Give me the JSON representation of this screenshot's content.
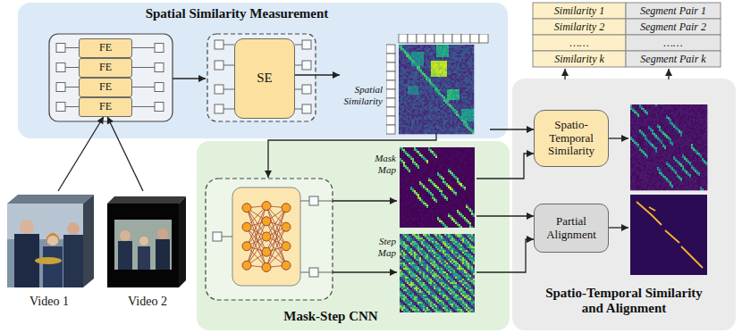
{
  "diagram": {
    "nodes": [
      {
        "text": [
          "Spatial Similarity Measurement"
        ]
      },
      {
        "text": [
          "FE"
        ],
        "in": 0
      },
      {
        "text": [
          "FE"
        ],
        "in": 0
      },
      {
        "text": [
          "FE"
        ],
        "in": 0
      },
      {
        "text": [
          "FE"
        ],
        "in": 0
      },
      {
        "text": [
          "SE"
        ],
        "in": 0
      },
      {
        "text": [
          "Spatial Similarity"
        ],
        "in": 0
      },
      {
        "text": [
          "Mask-Step CNN"
        ]
      },
      {
        "text": [
          "Mask Map"
        ],
        "in": 7
      },
      {
        "text": [
          "Step Map"
        ],
        "in": 7
      },
      {
        "text": [
          "Spatio-Temporal Similarity and Alignment"
        ]
      },
      {
        "text": [
          "Spatio-Temporal Similarity"
        ],
        "in": 10
      },
      {
        "text": [
          "Partial Alignment"
        ],
        "in": 10
      },
      {
        "text": [
          "Video 1"
        ]
      },
      {
        "text": [
          "Video 2"
        ]
      }
    ],
    "edges": [
      {
        "from": 13,
        "to": 4,
        "arrow": "to"
      },
      {
        "from": 14,
        "to": 4,
        "arrow": "to"
      },
      {
        "from": 5,
        "to": 6,
        "arrow": "to"
      },
      {
        "from": 6,
        "to": 11,
        "arrow": "to"
      },
      {
        "from": 8,
        "to": 11,
        "arrow": "to"
      },
      {
        "from": 8,
        "to": 12,
        "arrow": "to"
      },
      {
        "from": 9,
        "to": 12,
        "arrow": "to"
      }
    ],
    "labels": [
      "Similarity 1",
      "Segment Pair 1",
      "Similarity 2",
      "Segment Pair 2",
      "……",
      "……",
      "Similarity k",
      "Segment Pair k"
    ]
  }
}
